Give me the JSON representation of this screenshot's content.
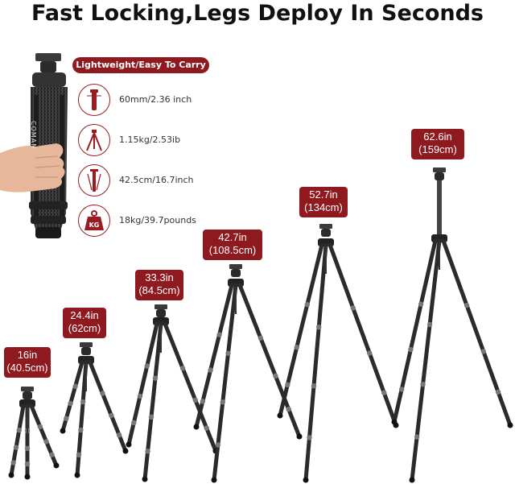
{
  "headline": "Fast Locking,Legs Deploy In Seconds",
  "specs": {
    "header": "Lightweight/Easy To Carry",
    "items": [
      {
        "icon": "diameter-icon",
        "text": "60mm/2.36 inch"
      },
      {
        "icon": "tripod-weight-icon",
        "text": "1.15kg/2.53ib"
      },
      {
        "icon": "folded-length-icon",
        "text": "42.5cm/16.7inch"
      },
      {
        "icon": "load-capacity-icon",
        "icon_label": "KG",
        "text": "18kg/39.7pounds"
      }
    ]
  },
  "folded_tripod": {
    "brand": "COMAN"
  },
  "heights": [
    {
      "imperial": "16in",
      "metric": "(40.5cm)"
    },
    {
      "imperial": "24.4in",
      "metric": "(62cm)"
    },
    {
      "imperial": "33.3in",
      "metric": "(84.5cm)"
    },
    {
      "imperial": "42.7in",
      "metric": "(108.5cm)"
    },
    {
      "imperial": "52.7in",
      "metric": "(134cm)"
    },
    {
      "imperial": "62.6in",
      "metric": "(159cm)"
    }
  ],
  "colors": {
    "accent": "#8e1a1f",
    "tripod": "#2b2b2b",
    "text": "#111111"
  }
}
